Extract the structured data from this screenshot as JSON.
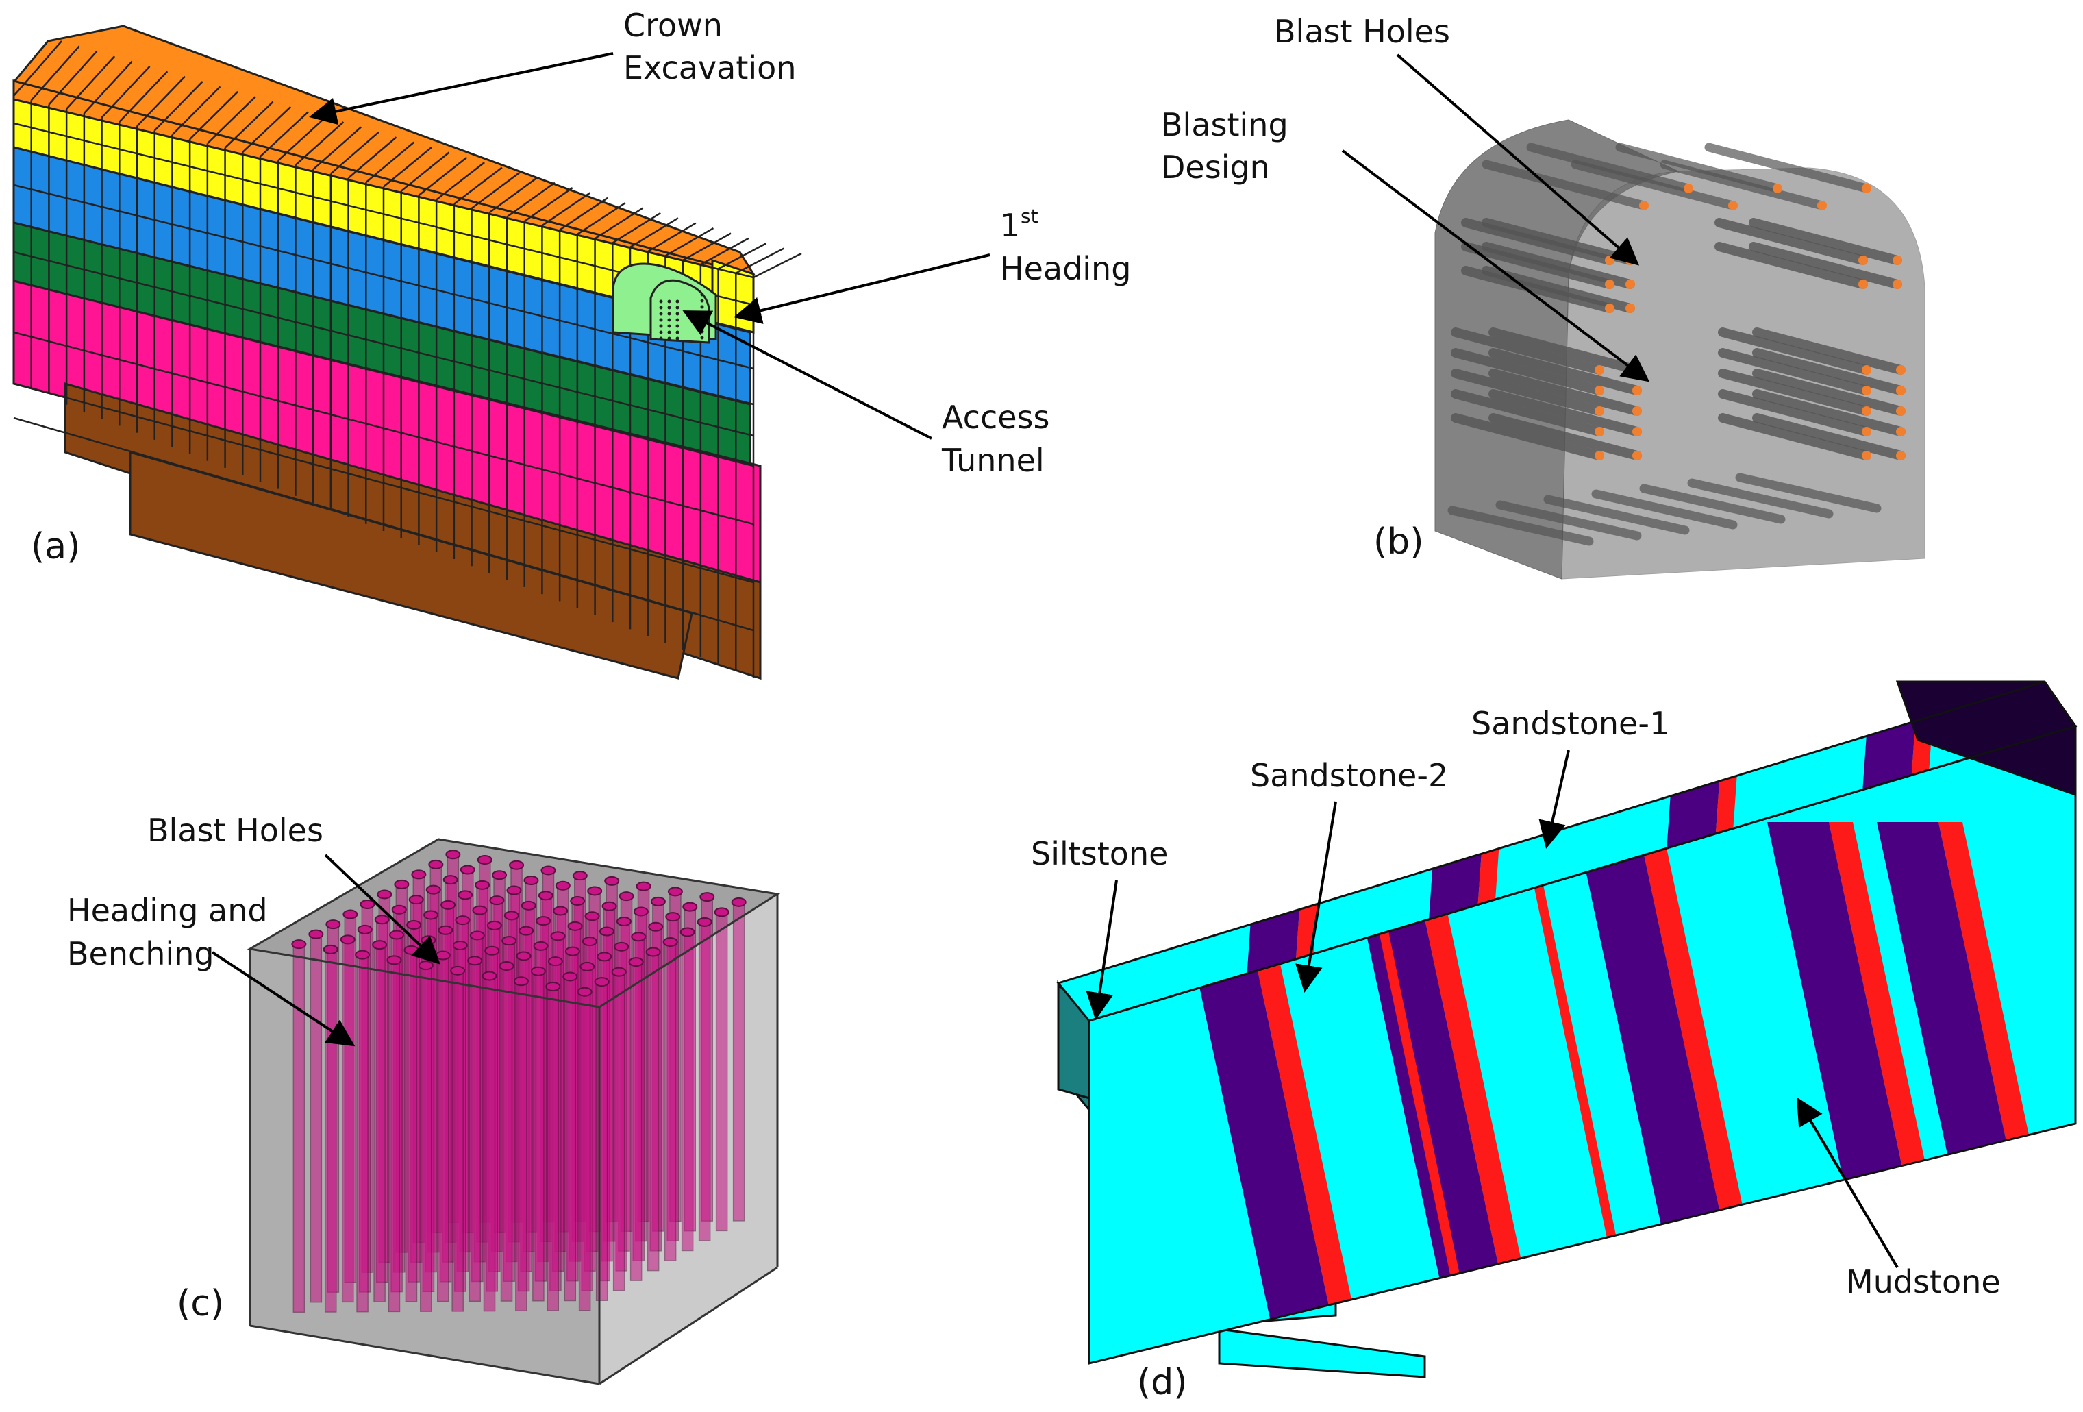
{
  "panels": {
    "a": {
      "tag": "(a)",
      "labels": {
        "crown": [
          "Crown",
          "Excavation"
        ],
        "heading_num": "1",
        "heading_sup": "st",
        "heading_word": "Heading",
        "access": [
          "Access",
          "Tunnel"
        ]
      },
      "colors": {
        "crown": "#FF8C1A",
        "yellow": "#FFFF14",
        "blue": "#1E88E5",
        "green": "#0D7A3A",
        "pink": "#FF1493",
        "brown": "#8B4513",
        "tunnel": "#8EF08E"
      }
    },
    "b": {
      "tag": "(b)",
      "labels": {
        "blast_holes": "Blast Holes",
        "blasting": [
          "Blasting",
          "Design"
        ]
      },
      "colors": {
        "body": "#6E6E6E",
        "hole": "#F08030"
      }
    },
    "c": {
      "tag": "(c)",
      "labels": {
        "blast_holes": "Blast Holes",
        "heading": [
          "Heading and",
          "Benching"
        ]
      },
      "colors": {
        "box": "#8C8C8C",
        "hole": "#C71585"
      }
    },
    "d": {
      "tag": "(d)",
      "labels": {
        "sandstone1": "Sandstone-1",
        "sandstone2": "Sandstone-2",
        "siltstone": "Siltstone",
        "mudstone": "Mudstone"
      },
      "colors": {
        "base": "#00FFFF",
        "purple": "#4B0082",
        "red": "#FF1A1A",
        "dark": "#1A0033",
        "teal": "#1B7F7F"
      }
    }
  }
}
